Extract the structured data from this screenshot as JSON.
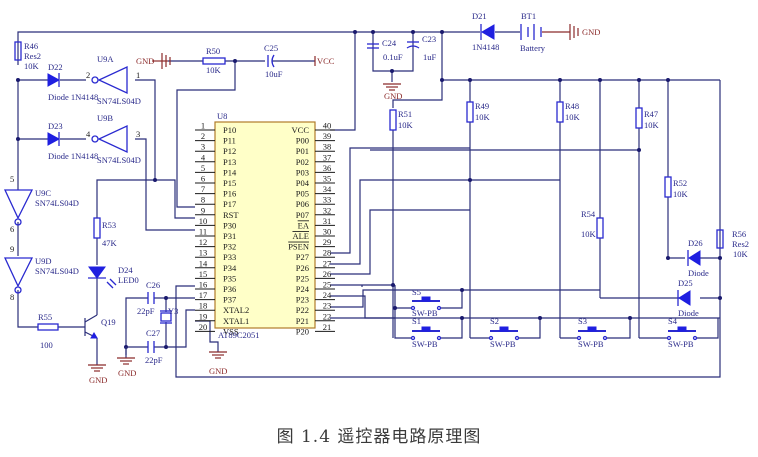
{
  "title": "遥控器电路原理图",
  "caption": "图 1.4 遥控器电路原理图",
  "colors": {
    "wire": "#2b2f7a",
    "component": "#2a2ad0",
    "ground": "#8b2a2a",
    "chip_fill": "#ffffc8",
    "chip_border": "#b07c2a"
  },
  "components": {
    "R46": {
      "ref": "R46",
      "type": "Res2",
      "value": "10K"
    },
    "D22": {
      "ref": "D22",
      "value": "Diode 1N4148"
    },
    "D23": {
      "ref": "D23",
      "value": "Diode 1N4148"
    },
    "U9A": {
      "ref": "U9A",
      "part": "SN74LS04D",
      "in_pin": "1",
      "out_pin": "2"
    },
    "U9B": {
      "ref": "U9B",
      "part": "SN74LS04D",
      "in_pin": "3",
      "out_pin": "4"
    },
    "U9C": {
      "ref": "U9C",
      "part": "SN74LS04D",
      "in_pin": "5",
      "out_pin": "6"
    },
    "U9D": {
      "ref": "U9D",
      "part": "SN74LS04D",
      "in_pin": "9",
      "out_pin": "8"
    },
    "R50": {
      "ref": "R50",
      "value": "10K"
    },
    "C25": {
      "ref": "C25",
      "value": "10uF"
    },
    "C24": {
      "ref": "C24",
      "value": "0.1uF"
    },
    "C23": {
      "ref": "C23",
      "value": "1uF"
    },
    "D21": {
      "ref": "D21",
      "value": "1N4148"
    },
    "BT1": {
      "ref": "BT1",
      "value": "Battery"
    },
    "R51": {
      "ref": "R51",
      "value": "10K"
    },
    "R49": {
      "ref": "R49",
      "value": "10K"
    },
    "R48": {
      "ref": "R48",
      "value": "10K"
    },
    "R47": {
      "ref": "R47",
      "value": "10K"
    },
    "R52": {
      "ref": "R52",
      "value": "10K"
    },
    "R54": {
      "ref": "R54",
      "value": "10K"
    },
    "R56": {
      "ref": "R56",
      "type": "Res2",
      "value": "10K"
    },
    "D26": {
      "ref": "D26",
      "value": "Diode"
    },
    "D25": {
      "ref": "D25",
      "value": "Diode"
    },
    "R53": {
      "ref": "R53",
      "value": "47K"
    },
    "D24": {
      "ref": "D24",
      "value": "LED0"
    },
    "R55": {
      "ref": "R55",
      "value": "100"
    },
    "Q19": {
      "ref": "Q19"
    },
    "C26": {
      "ref": "C26",
      "value": "22pF"
    },
    "C27": {
      "ref": "C27",
      "value": "22pF"
    },
    "Y3": {
      "ref": "Y3"
    },
    "S1": {
      "ref": "S1",
      "type": "SW-PB"
    },
    "S2": {
      "ref": "S2",
      "type": "SW-PB"
    },
    "S3": {
      "ref": "S3",
      "type": "SW-PB"
    },
    "S4": {
      "ref": "S4",
      "type": "SW-PB"
    },
    "S5": {
      "ref": "S5",
      "type": "SW-PB"
    }
  },
  "net_labels": {
    "gnd": "GND",
    "vcc": "VCC"
  },
  "U8": {
    "ref": "U8",
    "part": "AT89C2051",
    "left_pins": [
      {
        "num": "1",
        "name": "P10"
      },
      {
        "num": "2",
        "name": "P11"
      },
      {
        "num": "3",
        "name": "P12"
      },
      {
        "num": "4",
        "name": "P13"
      },
      {
        "num": "5",
        "name": "P14"
      },
      {
        "num": "6",
        "name": "P15"
      },
      {
        "num": "7",
        "name": "P16"
      },
      {
        "num": "8",
        "name": "P17"
      },
      {
        "num": "9",
        "name": "RST"
      },
      {
        "num": "10",
        "name": "P30"
      },
      {
        "num": "11",
        "name": "P31"
      },
      {
        "num": "12",
        "name": "P32"
      },
      {
        "num": "13",
        "name": "P33"
      },
      {
        "num": "14",
        "name": "P34"
      },
      {
        "num": "15",
        "name": "P35"
      },
      {
        "num": "16",
        "name": "P36"
      },
      {
        "num": "17",
        "name": "P37"
      },
      {
        "num": "18",
        "name": "XTAL2"
      },
      {
        "num": "19",
        "name": "XTAL1"
      },
      {
        "num": "20",
        "name": "VSS"
      }
    ],
    "right_pins": [
      {
        "num": "40",
        "name": "VCC"
      },
      {
        "num": "39",
        "name": "P00"
      },
      {
        "num": "38",
        "name": "P01"
      },
      {
        "num": "37",
        "name": "P02"
      },
      {
        "num": "36",
        "name": "P03"
      },
      {
        "num": "35",
        "name": "P04"
      },
      {
        "num": "34",
        "name": "P05"
      },
      {
        "num": "33",
        "name": "P06"
      },
      {
        "num": "32",
        "name": "P07"
      },
      {
        "num": "31",
        "name": "EA"
      },
      {
        "num": "30",
        "name": "ALE"
      },
      {
        "num": "29",
        "name": "PSEN"
      },
      {
        "num": "28",
        "name": "P27"
      },
      {
        "num": "27",
        "name": "P26"
      },
      {
        "num": "26",
        "name": "P25"
      },
      {
        "num": "25",
        "name": "P24"
      },
      {
        "num": "24",
        "name": "P23"
      },
      {
        "num": "23",
        "name": "P22"
      },
      {
        "num": "22",
        "name": "P21"
      },
      {
        "num": "21",
        "name": "P20"
      }
    ]
  }
}
